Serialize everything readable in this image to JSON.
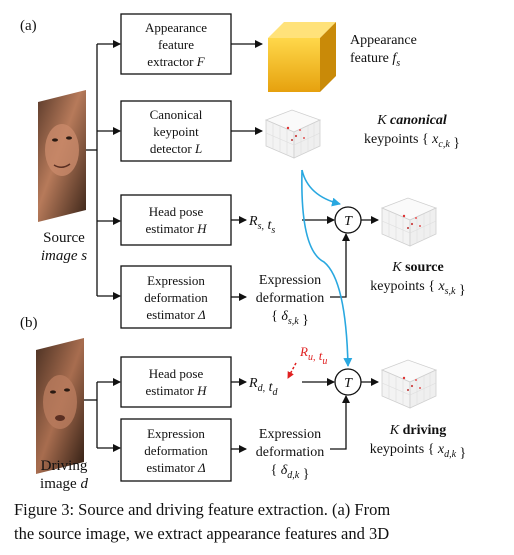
{
  "figure": {
    "panel_a_label": "(a)",
    "panel_b_label": "(b)",
    "source_label": [
      "Source",
      "image s"
    ],
    "driving_label": [
      "Driving",
      "image d"
    ],
    "box_appearance": [
      "Appearance",
      "feature",
      "extractor F"
    ],
    "box_canonical": [
      "Canonical",
      "keypoint",
      "detector L"
    ],
    "box_headpose_a": [
      "Head pose",
      "estimator H"
    ],
    "box_expression_a": [
      "Expression",
      "deformation",
      "estimator Δ"
    ],
    "box_headpose_b": [
      "Head pose",
      "estimator H"
    ],
    "box_expression_b": [
      "Expression",
      "deformation",
      "estimator Δ"
    ],
    "out_appearance": [
      "Appearance",
      "feature f_s"
    ],
    "out_canonical": [
      "K canonical",
      "keypoints { x_c,k }"
    ],
    "rs_ts": "R_s, t_s",
    "rd_td": "R_d, t_d",
    "ru_tu": "R_u, t_u",
    "expr_a": [
      "Expression",
      "deformation",
      "{ δ_s,k }"
    ],
    "expr_b": [
      "Expression",
      "deformation",
      "{ δ_d,k }"
    ],
    "transform_symbol": "T",
    "source_keypoints": [
      "K source",
      "keypoints { x_s,k }"
    ],
    "driving_keypoints": [
      "K driving",
      "keypoints { x_d,k }"
    ],
    "colors": {
      "accent_red": "#e02020",
      "arrow_blue": "#29a8e0",
      "cube_gold": "#f2b81c"
    }
  },
  "caption": {
    "line1": "Figure 3: Source and driving feature extraction. (a) From",
    "line2": "the source image, we extract appearance features and 3D"
  }
}
